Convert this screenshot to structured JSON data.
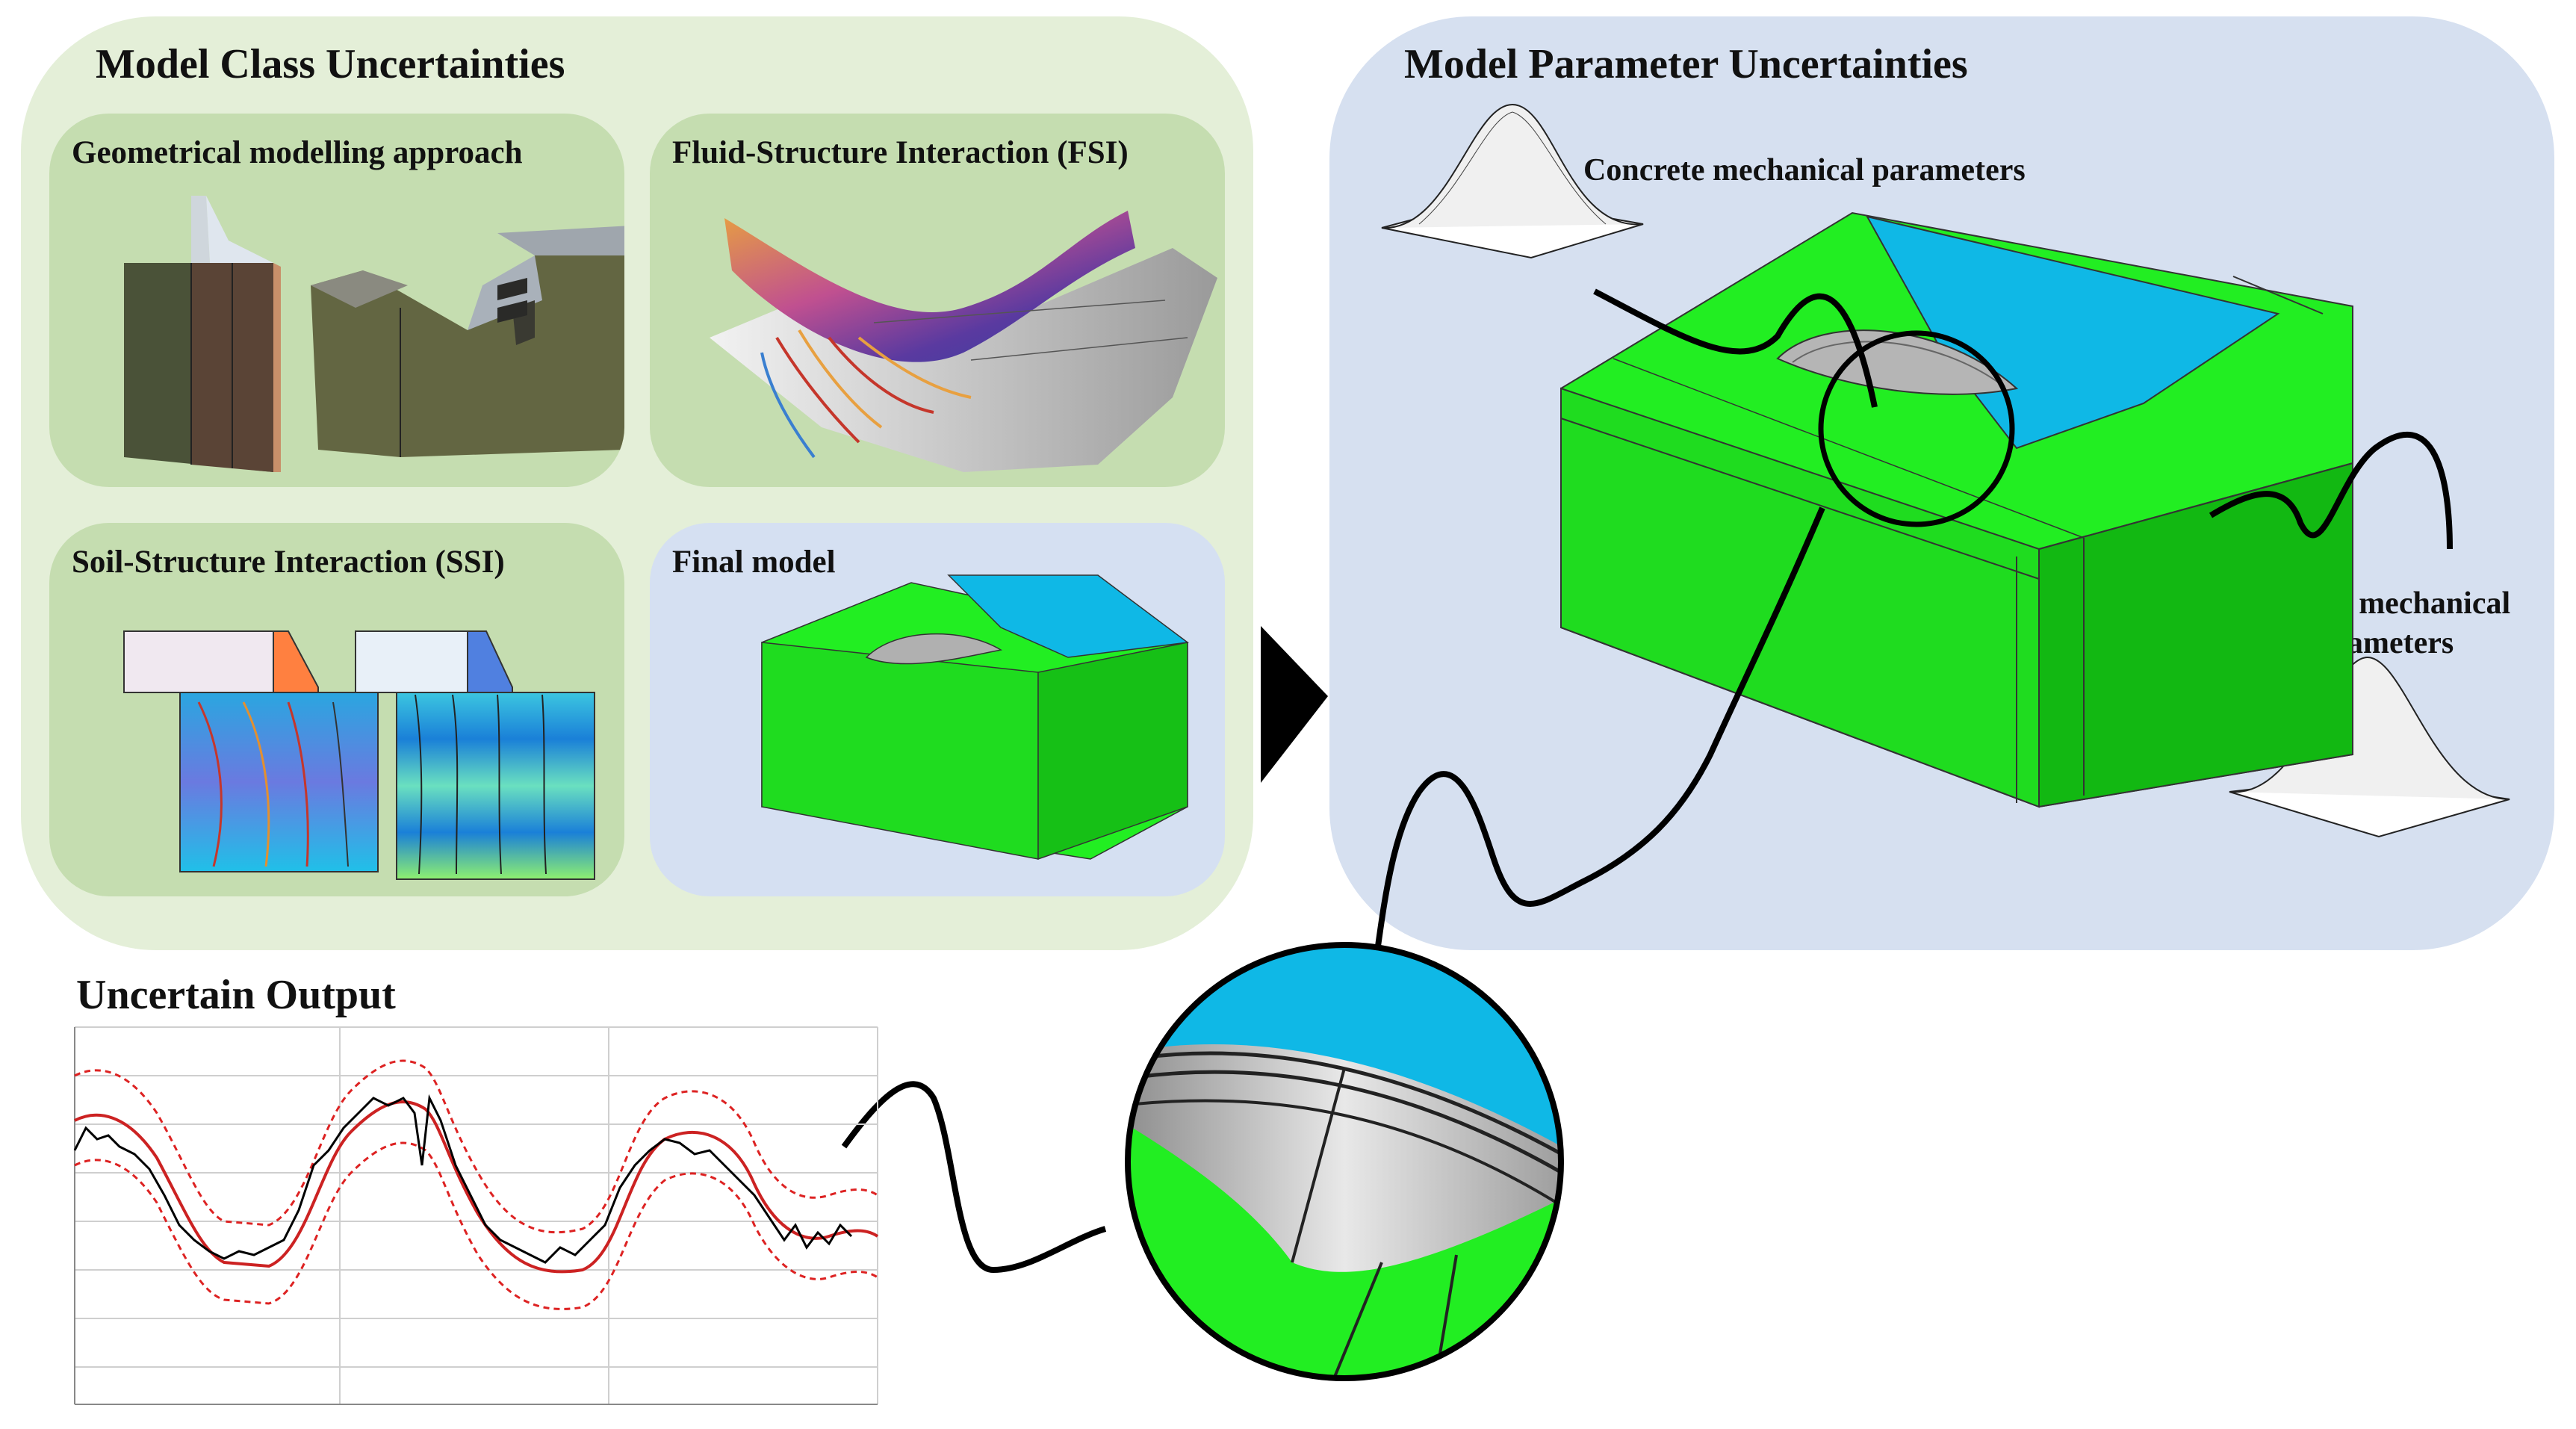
{
  "model_class": {
    "title": "Model Class Uncertainties",
    "geometric": "Geometrical modelling approach",
    "fsi": "Fluid-Structure Interaction (FSI)",
    "ssi": "Soil-Structure Interaction (SSI)",
    "final": "Final model"
  },
  "model_param": {
    "title": "Model Parameter Uncertainties",
    "concrete": "Concrete mechanical parameters",
    "soil_line1": "Soil mechanical",
    "soil_line2": "parameters"
  },
  "output": {
    "title": "Uncertain Output"
  },
  "colors": {
    "green_panel": "#e4efd8",
    "green_sub": "#c5ddb0",
    "blue_panel": "#d6e0f0",
    "model_green": "#22ee22",
    "water_blue": "#0fb8e6",
    "mean_line": "#000000",
    "model_line": "#cc2222"
  }
}
